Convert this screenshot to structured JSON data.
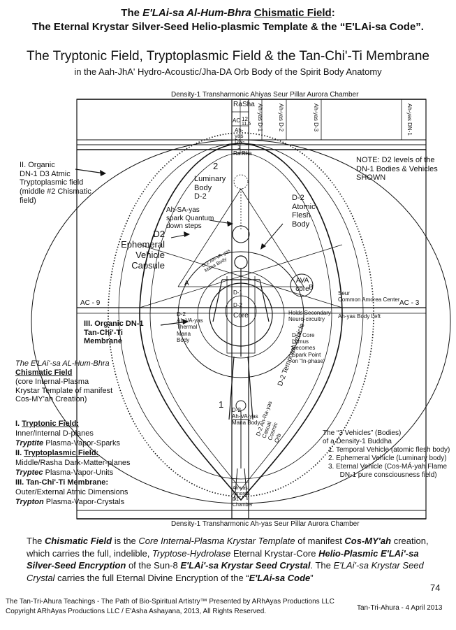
{
  "header": {
    "line1_prefix": "The ",
    "line1_italic": "E'LAi-sa Al-Hum-Bhra",
    "line1_space": " ",
    "line1_underline": "Chismatic Field",
    "line1_suffix": ":",
    "line2": "The Eternal Krystar Silver-Seed Helio-plasmic Template & the “E'LAi-sa Code”.",
    "title": "The Tryptonic Field, Tryptoplasmic Field & the Tan-Chi'-Ti Membrane",
    "subtitle": "in the Aah-JhA' Hydro-Acoustic/Jha-DA Orb Body of the Spirit Body Anatomy"
  },
  "diagram": {
    "top_bar": "Density-1 Transharmonic Ahiyas Seur Pillar Aurora Chamber",
    "bottom_bar": "Density-1 Transharmonic Ah-yas Seur Pillar Aurora Chamber",
    "pillar_labels": [
      "Ra",
      "Sha",
      "Ah-yas D-1",
      "Ah-yas D-2",
      "Ah-yas D-3",
      "Ah-yas DN-1"
    ],
    "pillar_cells": [
      "AC",
      "12",
      "11.5",
      "Ah-",
      "yas",
      "DN-",
      "1",
      "Ra",
      "Rha"
    ],
    "organic_dn1_label": "II. Organic\nDN-1 D3 Atmic\nTryptoplasmic field\n(middle #2 Chismatic\nfield)",
    "note": "NOTE:  D2 levels of the\nDN-1 Bodies & Vehicles\nSHOWN",
    "circle2": "2",
    "luminary": "Luminary\nBody\nD-2",
    "ahsayas": "Ah-SA-yas\nspark Quantum\ndown steps",
    "d2_atomic": "D-2\nAtomic-\nFlesh\nBody",
    "ephemeral": "D2\nEphemeral\nVehicle\nCapsule",
    "d2_ahvayas_small": "D-2 Ah-VA-yas Mana Body",
    "ava_core": "AVA\ncore",
    "core_text": "Core",
    "a_letter": "A",
    "b_letter": "B",
    "ac9": "AC - 9",
    "ac3": "AC - 3",
    "seur": "Seur\nCommon Amorea Center",
    "ahyas_body_left": "Ah-yas Body Left",
    "d1_label": "D-1",
    "d2_label": "D-2",
    "holds": "Holds Secondary\nNeuro-circuitry",
    "d2_ahvayas": "D-2\nAh-VA-yas\nThermal\nMana\nBody",
    "d2_core": "D-2 Core\nLumus\nBecomes\nSpark Point\non “In-phase”",
    "organic_tan": "III. Organic DN-1\nTan-Chi'-Ti\nMembrane",
    "circle1": "1",
    "d2_ahvayas_mana": "D-2\nAh-VA-yas\nMana Body",
    "temporal": "D-2 Temporal Vehicle",
    "d2_ahrayas": "D-2 Ah-Ra-yas\nCasual\nCosmic\nOrb",
    "pillar_bottom": "Ah-yas\nAmorea\nD1\nChamber",
    "three_vehicles": {
      "intro": "The “3 Vehicles” (Bodies)\nof a Density-1 Buddha",
      "items": [
        "1.  Temporal Vehicle (atomic flesh body)",
        "2.  Ephemeral Vehicle (Luminary body)",
        "3.  Eternal Vehicle (Cos-MÁ-yah Flame",
        "      DN-1 pure consciousness field)"
      ]
    }
  },
  "left_text": {
    "italic_line": "The E'LAi'-sa AL-Hum-Bhra",
    "chismatic": "Chismatic Field",
    "desc": "(core Internal-Plasma\nKrystar Template of manifest\nCos-MY'ah Creation)",
    "i_num": "I. ",
    "i_head": "Tryptonic Field:",
    "i_line": "Inner/Internal D-planes",
    "i_bold": "Tryptite",
    "i_rest": " Plasma-Vapor-Sparks",
    "ii_num": "II. ",
    "ii_head": "Tryptoplasmic Field:",
    "ii_line": "Middle/Rasha Dark-Matter-planes",
    "ii_bold": "Tryptec",
    "ii_rest": " Plasma-Vapor-Units",
    "iii_head": "III. Tan-Chi'-Ti Membrane:",
    "iii_line": "Outer/External Atmic Dimensions",
    "iii_bold": "Trypton",
    "iii_rest": " Plasma-Vapor-Crystals"
  },
  "caption": {
    "p1": "The ",
    "p2": "Chismatic Field",
    "p3": " is the ",
    "p4": "Core Internal-Plasma Krystar Template",
    "p5": " of manifest ",
    "p6": "Cos-MY'ah",
    "p7": " creation, which carries the full, indelible, ",
    "p8": "Tryptose-Hydrolase",
    "p9": " Eternal Krystar-Core ",
    "p10": "Helio-Plasmic E'LAi'-sa Silver-Seed Encryption",
    "p11": " of the Sun-8 ",
    "p12": "E'LAi'-sa Krystar Seed Crystal",
    "p13": ". The ",
    "p14": "E'LAi'-sa Krystar Seed Crystal",
    "p15": " carries the full Eternal Divine Encryption of the “",
    "p16": "E'LAi-sa Code",
    "p17": "”"
  },
  "footer": {
    "page_number": "74",
    "line1": "The Tan-Tri-Ahura Teachings - The Path of Bio-Spiritual Artistry™ Presented by ARhAyas Productions LLC",
    "line2": "Copyright ARhAyas Productions LLC / E'Asha Ashayana, 2013, All Rights Reserved.",
    "right": "Tan-Tri-Ahura - 4 April 2013"
  }
}
